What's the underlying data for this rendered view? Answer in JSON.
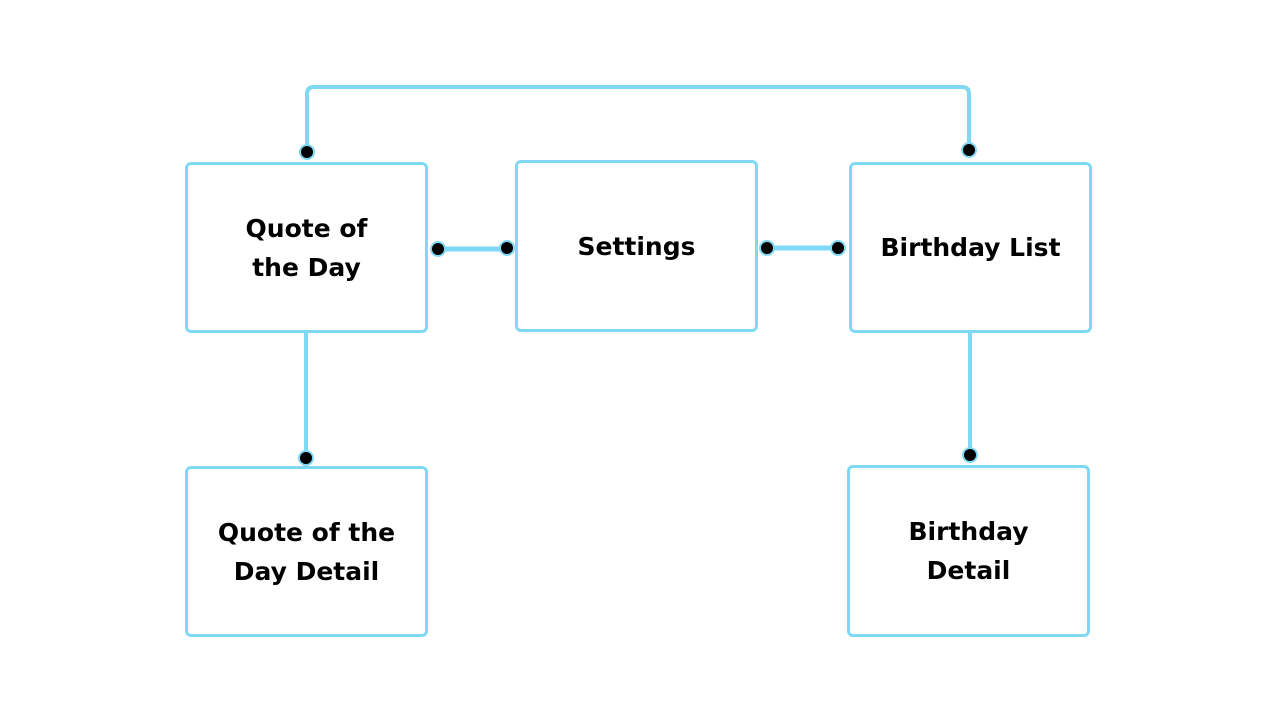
{
  "diagram": {
    "nodes": [
      {
        "id": "quote",
        "label": "Quote of the Day"
      },
      {
        "id": "settings",
        "label": "Settings"
      },
      {
        "id": "birthday",
        "label": "Birthday List"
      },
      {
        "id": "quote_detail",
        "label": "Quote of the Day Detail"
      },
      {
        "id": "birthday_detail",
        "label": "Birthday Detail"
      }
    ],
    "edges": [
      {
        "from": "quote",
        "to": "birthday"
      },
      {
        "from": "quote",
        "to": "settings"
      },
      {
        "from": "settings",
        "to": "birthday"
      },
      {
        "from": "quote",
        "to": "quote_detail"
      },
      {
        "from": "birthday",
        "to": "birthday_detail"
      }
    ]
  },
  "colors": {
    "connector": "#7fd8f4",
    "box_border": "#7fd8f4",
    "endpoint": "#000000",
    "text": "#000000"
  }
}
